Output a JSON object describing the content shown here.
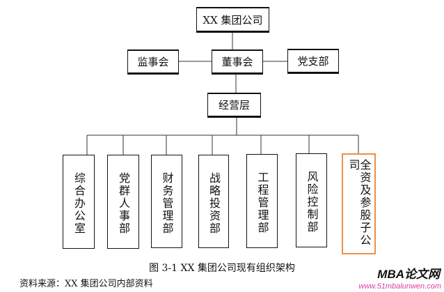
{
  "diagram": {
    "root": "XX 集团公司",
    "board": "董事会",
    "supervisory": "监事会",
    "party": "党支部",
    "management": "经营层",
    "departments": [
      "综合办公室",
      "党群人事部",
      "财务管理部",
      "战略投资部",
      "工程管理部",
      "风险控制部",
      "全资及参股子公司"
    ],
    "highlight_color": "#e8904a"
  },
  "caption": "图 3-1 XX 集团公司现有组织架构",
  "source": "资料来源：XX 集团公司内部资料",
  "watermark": {
    "brand": "MBA论文网",
    "url": "www.51mbalunwen.com"
  }
}
